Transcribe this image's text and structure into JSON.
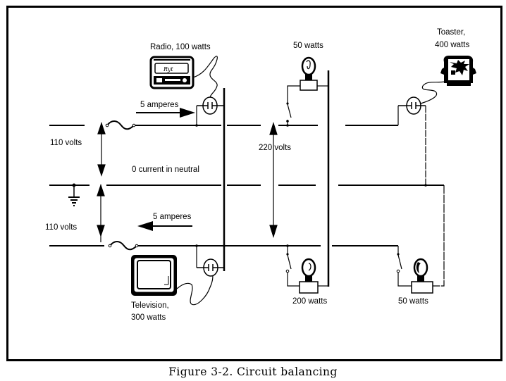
{
  "figure": {
    "caption": "Figure 3-2.  Circuit balancing",
    "ink_color": "#000000",
    "background_color": "#ffffff"
  },
  "lines": {
    "top_hot": "hot conductor A",
    "neutral": "neutral (grounded)",
    "bottom_hot": "hot conductor B"
  },
  "labels": {
    "voltage_upper": "110 volts",
    "voltage_lower": "110 volts",
    "voltage_total": "220 volts",
    "neutral_current": "0 current in neutral",
    "current_upper": "5 amperes",
    "current_lower": "5 amperes"
  },
  "loads": [
    {
      "id": "radio",
      "icon": "radio-icon",
      "name": "Radio,",
      "power": "100 watts",
      "label": "Radio, 100 watts",
      "circuit": "top_hot"
    },
    {
      "id": "lamp-top",
      "icon": "lamp-icon",
      "name": "",
      "power": "50 watts",
      "label": "50 watts",
      "circuit": "top_hot"
    },
    {
      "id": "toaster",
      "icon": "toaster-icon",
      "name": "Toaster,",
      "power": "400 watts",
      "circuit": "top_hot"
    },
    {
      "id": "television",
      "icon": "television-icon",
      "name": "Television,",
      "power": "300 watts",
      "circuit": "bottom_hot"
    },
    {
      "id": "lamp-bottom-mid",
      "icon": "lamp-icon",
      "name": "",
      "power": "200 watts",
      "label": "200 watts",
      "circuit": "bottom_hot"
    },
    {
      "id": "lamp-bottom-right",
      "icon": "lamp-icon",
      "name": "",
      "power": "50 watts",
      "label": "50 watts",
      "circuit": "bottom_hot"
    }
  ],
  "symbols": {
    "ground": "ground-icon",
    "fuse": "fuse-icon",
    "outlet": "outlet-icon",
    "switch": "switch-icon"
  }
}
